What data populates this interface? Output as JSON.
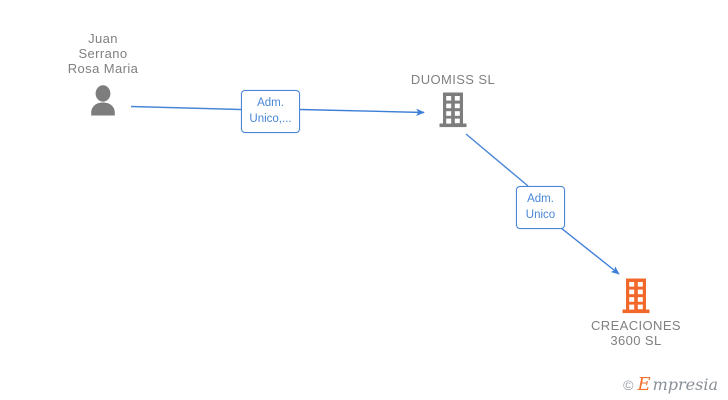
{
  "diagram": {
    "type": "org-relationship-graph",
    "background_color": "#ffffff",
    "nodes": [
      {
        "id": "person",
        "kind": "person",
        "label": "Juan\nSerrano\nRosa Maria",
        "icon": "person-icon",
        "color": "#7d7d7d"
      },
      {
        "id": "duomiss",
        "kind": "company",
        "label": "DUOMISS  SL",
        "icon": "building-icon",
        "color": "#7d7d7d"
      },
      {
        "id": "creaciones",
        "kind": "company",
        "label": "CREACIONES\n3600  SL",
        "icon": "building-icon",
        "color": "#f2682a"
      }
    ],
    "edges": [
      {
        "id": "edge-person-duomiss",
        "from": "person",
        "to": "duomiss",
        "label": "Adm.\nUnico,...",
        "color": "#4a86d6"
      },
      {
        "id": "edge-duomiss-creaciones",
        "from": "duomiss",
        "to": "creaciones",
        "label": "Adm.\nUnico",
        "color": "#4a86d6"
      }
    ]
  },
  "watermark": {
    "copyright": "©",
    "brand_initial": "E",
    "brand_rest": "mpresia",
    "accent_color": "#f2722b"
  }
}
